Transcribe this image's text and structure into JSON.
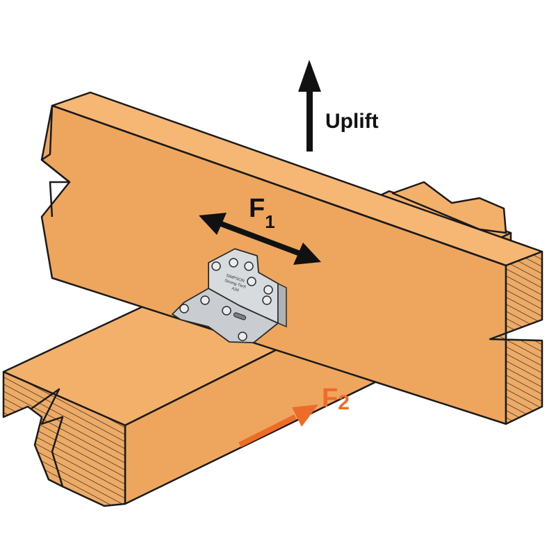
{
  "labels": {
    "uplift": "Uplift",
    "f1_main": "F",
    "f1_sub": "1",
    "f2_main": "F",
    "f2_sub": "2"
  },
  "bracket_stamp": {
    "line1": "SIMPSON",
    "line2": "Strong-Tie®",
    "line3": "A34"
  },
  "colors": {
    "wood_face": "#eea65e",
    "wood_light": "#f6b774",
    "end_grain": "#ecab66",
    "outline": "#1a1a1a",
    "bracket": "#d6d9dc",
    "force_f2": "#ee6b2a"
  }
}
